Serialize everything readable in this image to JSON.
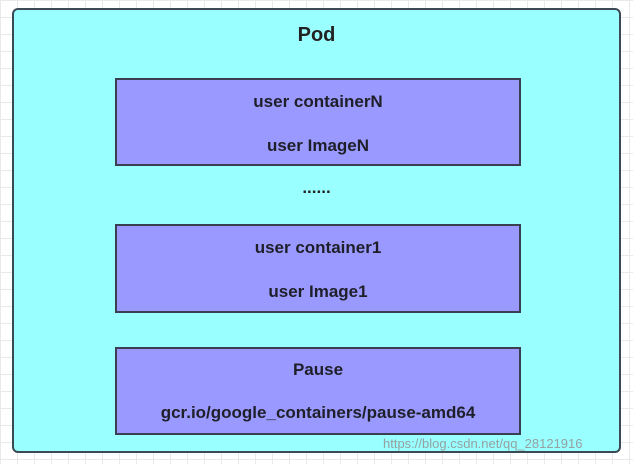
{
  "pod": {
    "title": "Pod",
    "boxes": [
      {
        "line1": "user containerN",
        "line2": "user ImageN"
      },
      {
        "line1": "user container1",
        "line2": "user Image1"
      },
      {
        "line1": "Pause",
        "line2": "gcr.io/google_containers/pause-amd64"
      }
    ],
    "ellipsis": "......"
  },
  "watermark": "https://blog.csdn.net/qq_28121916",
  "colors": {
    "pod_fill": "#99ffff",
    "container_fill": "#9999ff",
    "border": "#3b4a55"
  }
}
